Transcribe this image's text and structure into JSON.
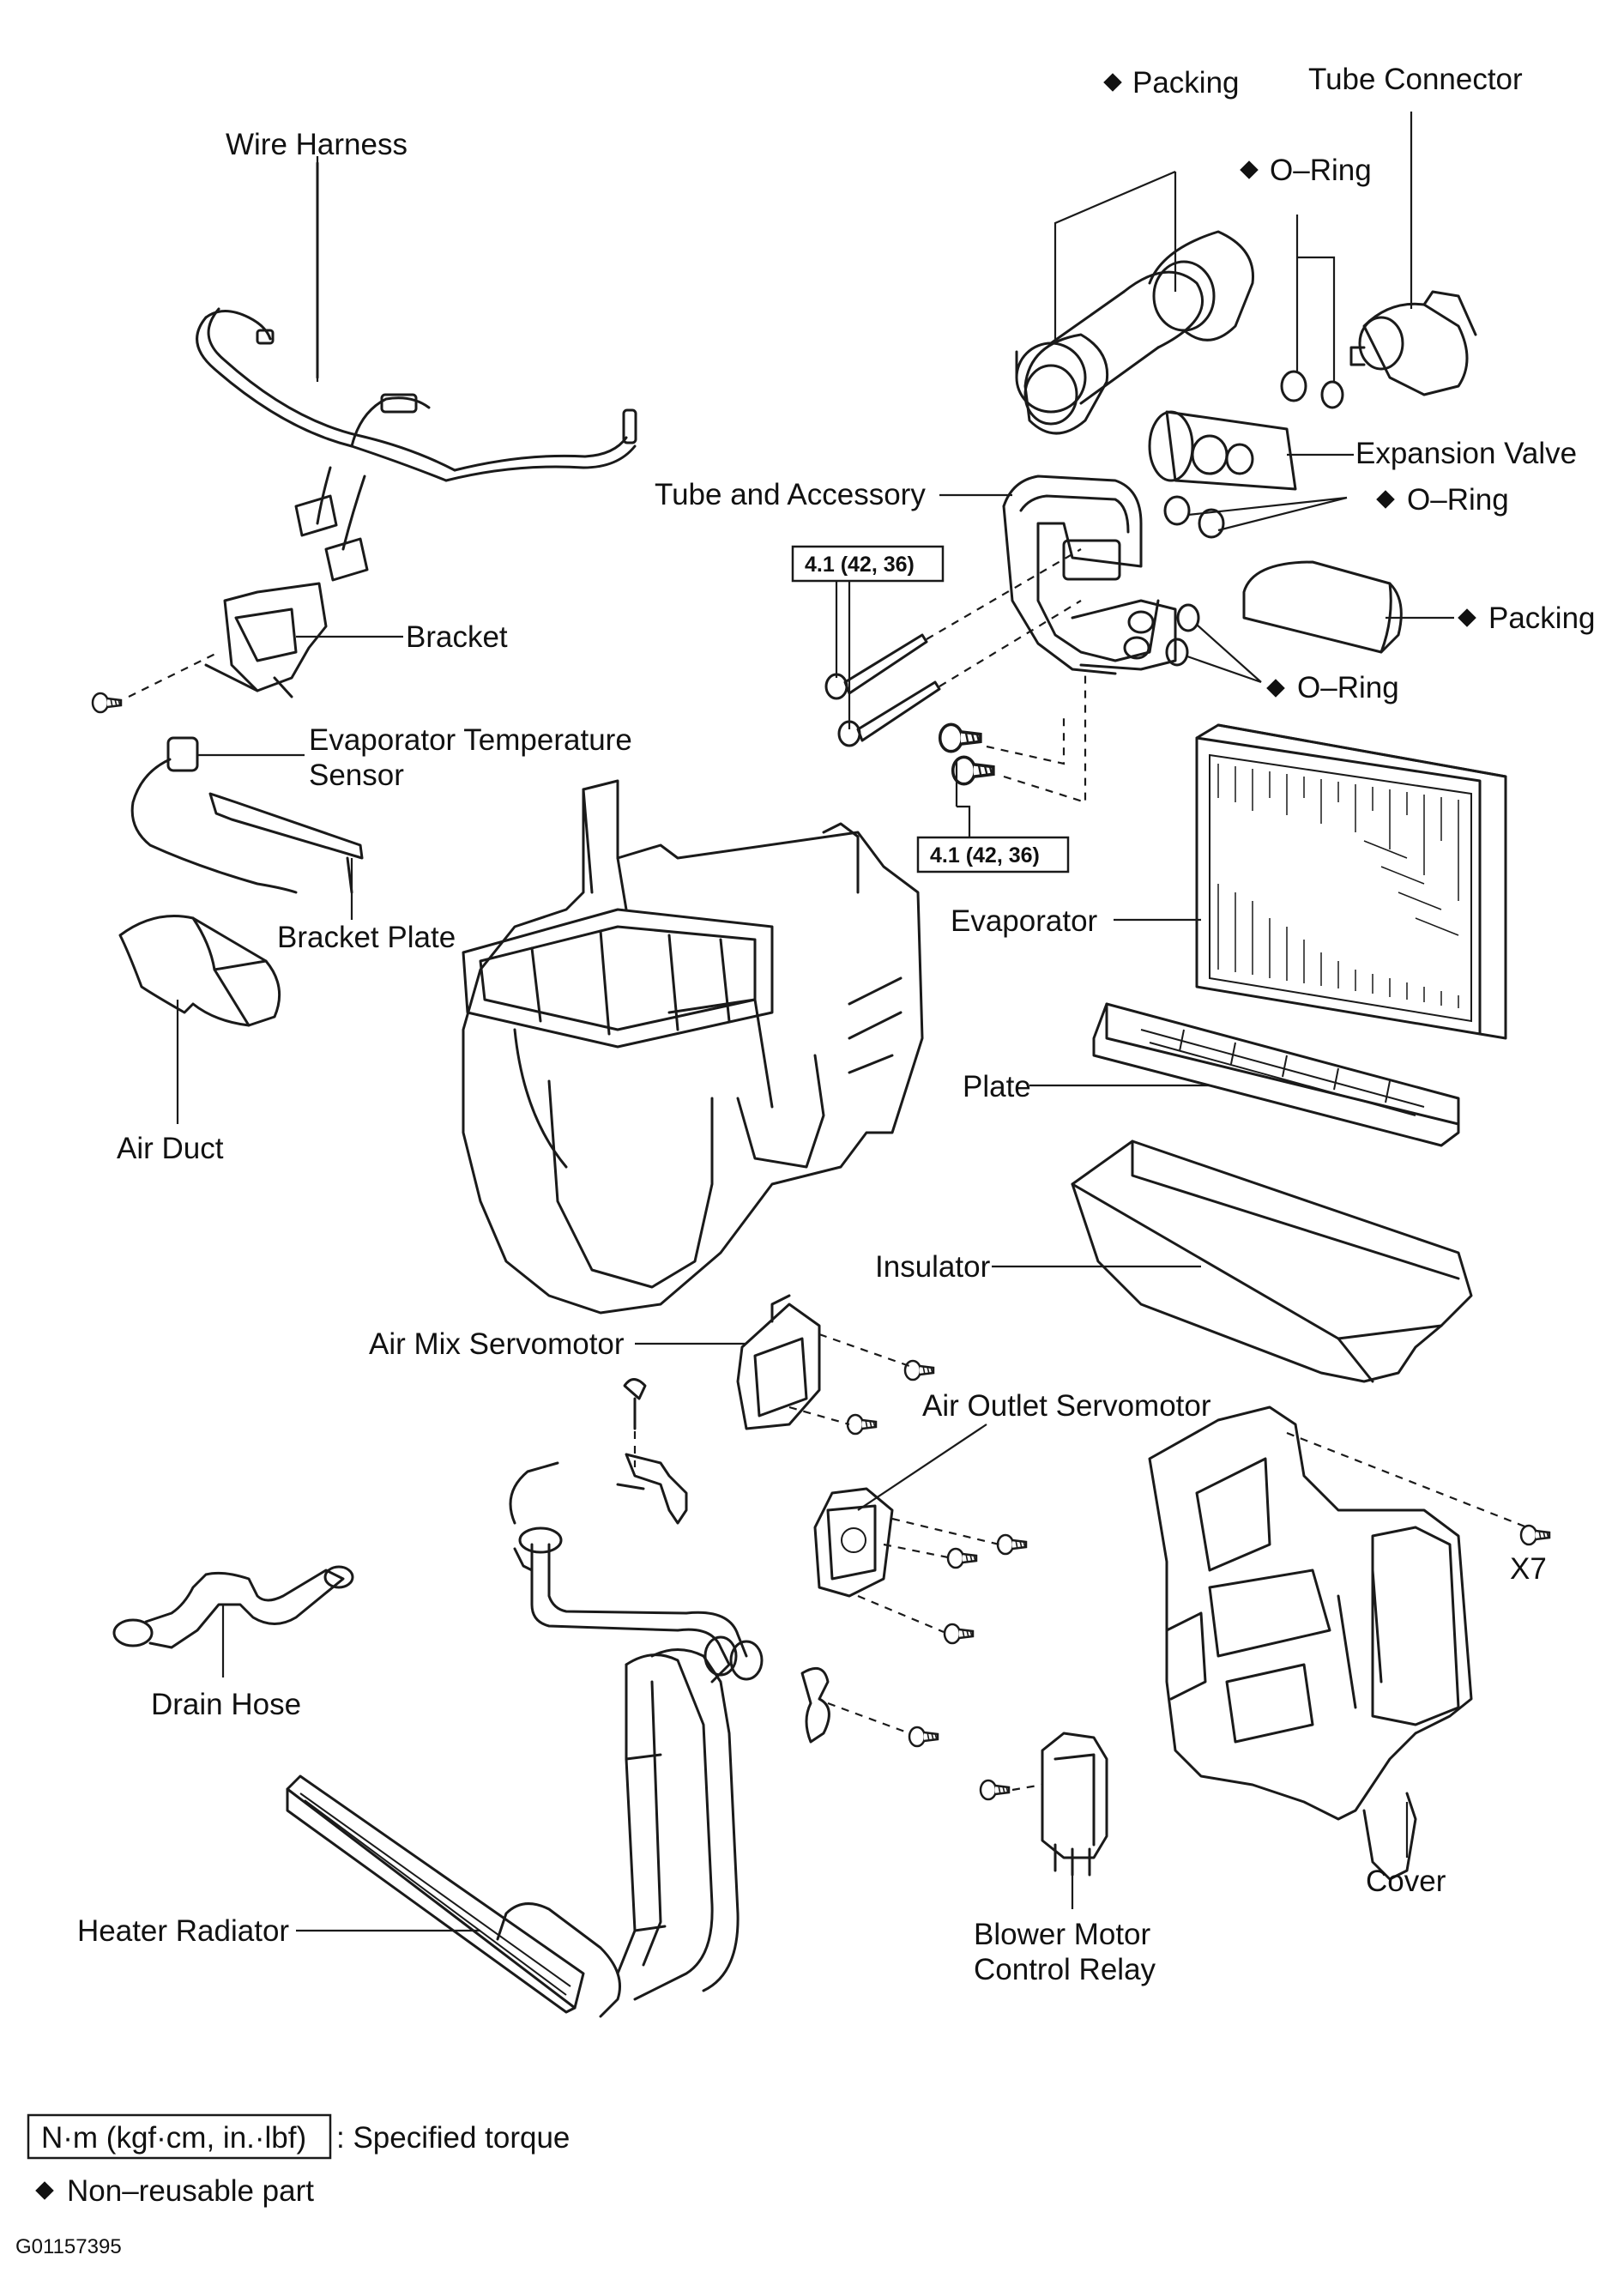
{
  "labels": {
    "wire_harness": "Wire Harness",
    "bracket": "Bracket",
    "evap_temp_sensor_1": "Evaporator  Temperature",
    "evap_temp_sensor_2": "Sensor",
    "bracket_plate": "Bracket Plate",
    "air_duct": "Air Duct",
    "packing_top": "Packing",
    "o_ring_top": "O–Ring",
    "tube_connector": "Tube Connector",
    "expansion_valve": "Expansion Valve",
    "tube_and_accessory": "Tube and Accessory",
    "o_ring_mid": "O–Ring",
    "packing_right": "Packing",
    "o_ring_right": "O–Ring",
    "evaporator": "Evaporator",
    "plate": "Plate",
    "insulator": "Insulator",
    "air_mix_servomotor": "Air Mix Servomotor",
    "air_outlet_servomotor": "Air Outlet Servomotor",
    "x7": "X7",
    "drain_hose": "Drain Hose",
    "cover": "Cover",
    "heater_radiator": "Heater Radiator",
    "blower_relay_1": "Blower Motor",
    "blower_relay_2": "Control Relay"
  },
  "torque": {
    "upper": "4.1 (42, 36)",
    "lower": "4.1 (42, 36)"
  },
  "legend": {
    "unit_box": "N·m (kgf·cm, in.·lbf)",
    "unit_text": ": Specified torque",
    "non_reusable": "Non–reusable part"
  },
  "figure_code": "G01157395",
  "icons": {
    "non_reusable_mark": "diamond-icon"
  }
}
